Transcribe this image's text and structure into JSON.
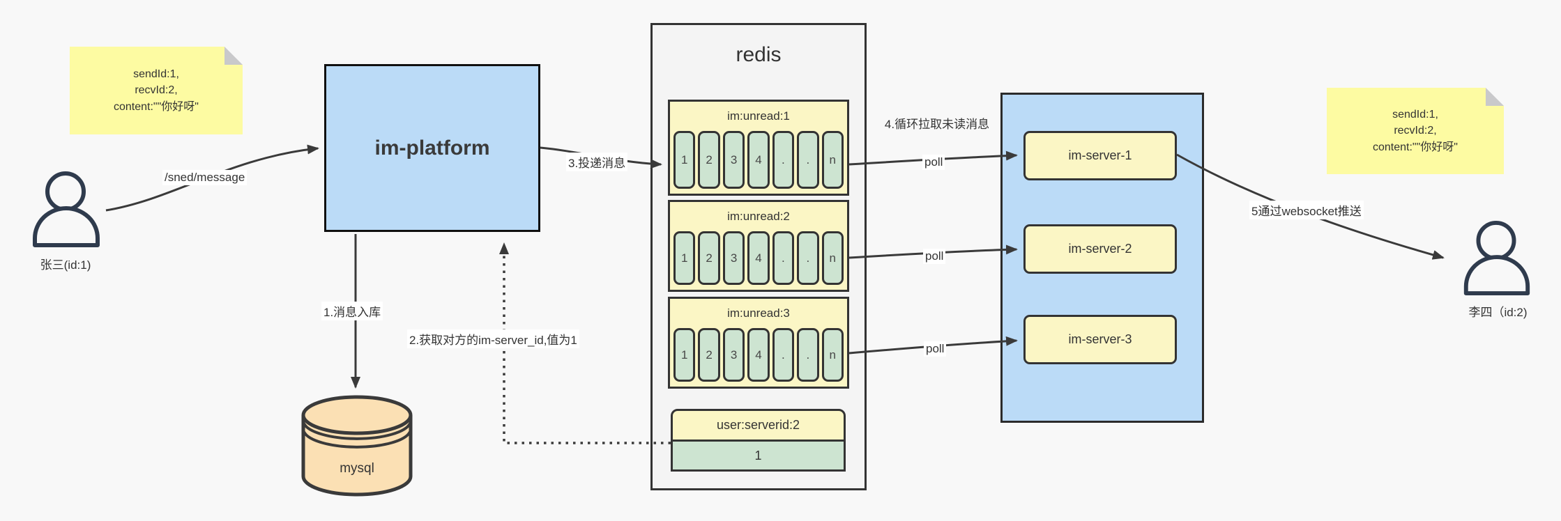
{
  "notes": {
    "left": {
      "lines": [
        "sendId:1,",
        "recvId:2,",
        "content:\"\"你好呀\""
      ]
    },
    "right": {
      "lines": [
        "sendId:1,",
        "recvId:2,",
        "content:\"\"你好呀\""
      ]
    }
  },
  "actors": {
    "sender": {
      "name": "张三(id:1)"
    },
    "receiver": {
      "name": "李四（id:2)"
    }
  },
  "platform": {
    "label": "im-platform"
  },
  "database": {
    "label": "mysql"
  },
  "redis": {
    "title": "redis",
    "queues": [
      {
        "name": "im:unread:1",
        "cells": [
          "1",
          "2",
          "3",
          "4",
          ".",
          ".",
          "n"
        ]
      },
      {
        "name": "im:unread:2",
        "cells": [
          "1",
          "2",
          "3",
          "4",
          ".",
          ".",
          "n"
        ]
      },
      {
        "name": "im:unread:3",
        "cells": [
          "1",
          "2",
          "3",
          "4",
          ".",
          ".",
          "n"
        ]
      }
    ],
    "kv": {
      "key": "user:serverid:2",
      "value": "1"
    }
  },
  "servers": [
    {
      "label": "im-server-1"
    },
    {
      "label": "im-server-2"
    },
    {
      "label": "im-server-3"
    }
  ],
  "edges": {
    "send": "/sned/message",
    "store": "1.消息入库",
    "lookup": "2.获取对方的im-server_id,值为1",
    "deliver": "3.投递消息",
    "pull": "4.循环拉取未读消息",
    "poll": "poll",
    "push": "5通过websocket推送"
  },
  "colors": {
    "accent_blue": "#bbdbf7",
    "note_yellow": "#fdfba2",
    "box_yellow": "#fbf6c5",
    "cell_green": "#cde4d1",
    "db_peach": "#fbe0b4",
    "stroke": "#3a3a3a"
  }
}
